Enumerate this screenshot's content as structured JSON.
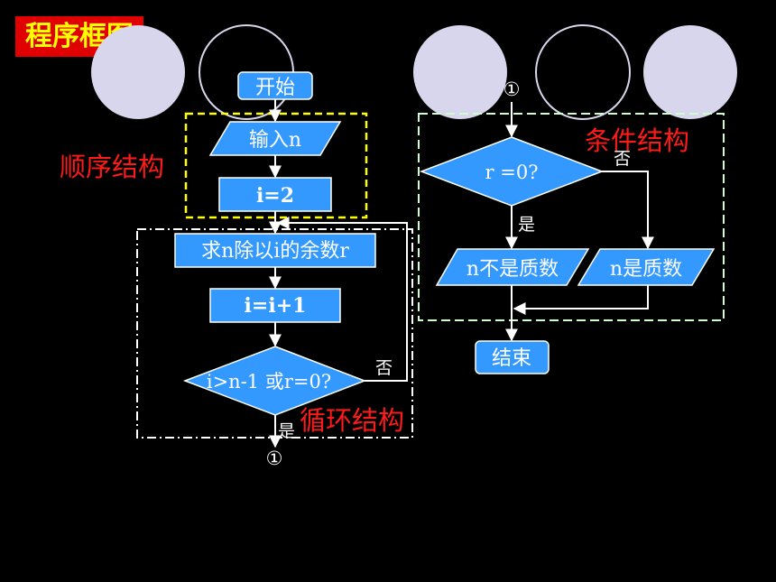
{
  "title": "程序框图",
  "labels": {
    "sequence": "顺序结构",
    "loop": "循环结构",
    "condition": "条件结构"
  },
  "nodes": {
    "start": "开始",
    "input": "输入n",
    "init": "i=2",
    "remainder": "求n除以i的余数r",
    "increment": "i=i+1",
    "loop_test": "i>n-1 或r=0?",
    "cond_test": "r =0?",
    "not_prime": "n不是质数",
    "prime": "n是质数",
    "end": "结束"
  },
  "edge_labels": {
    "yes": "是",
    "no": "否",
    "connector": "①"
  },
  "colors": {
    "background": "#000000",
    "box_fill": "#3399ff",
    "box_stroke": "#ffffff",
    "title_bg": "#e00000",
    "title_text": "#ffff00",
    "structure_label": "#ff1a1a",
    "sequence_border": "#ffff00",
    "loop_border": "#ffffff",
    "condition_border": "#ccffcc",
    "circle_fill": "#d8d6ec"
  }
}
